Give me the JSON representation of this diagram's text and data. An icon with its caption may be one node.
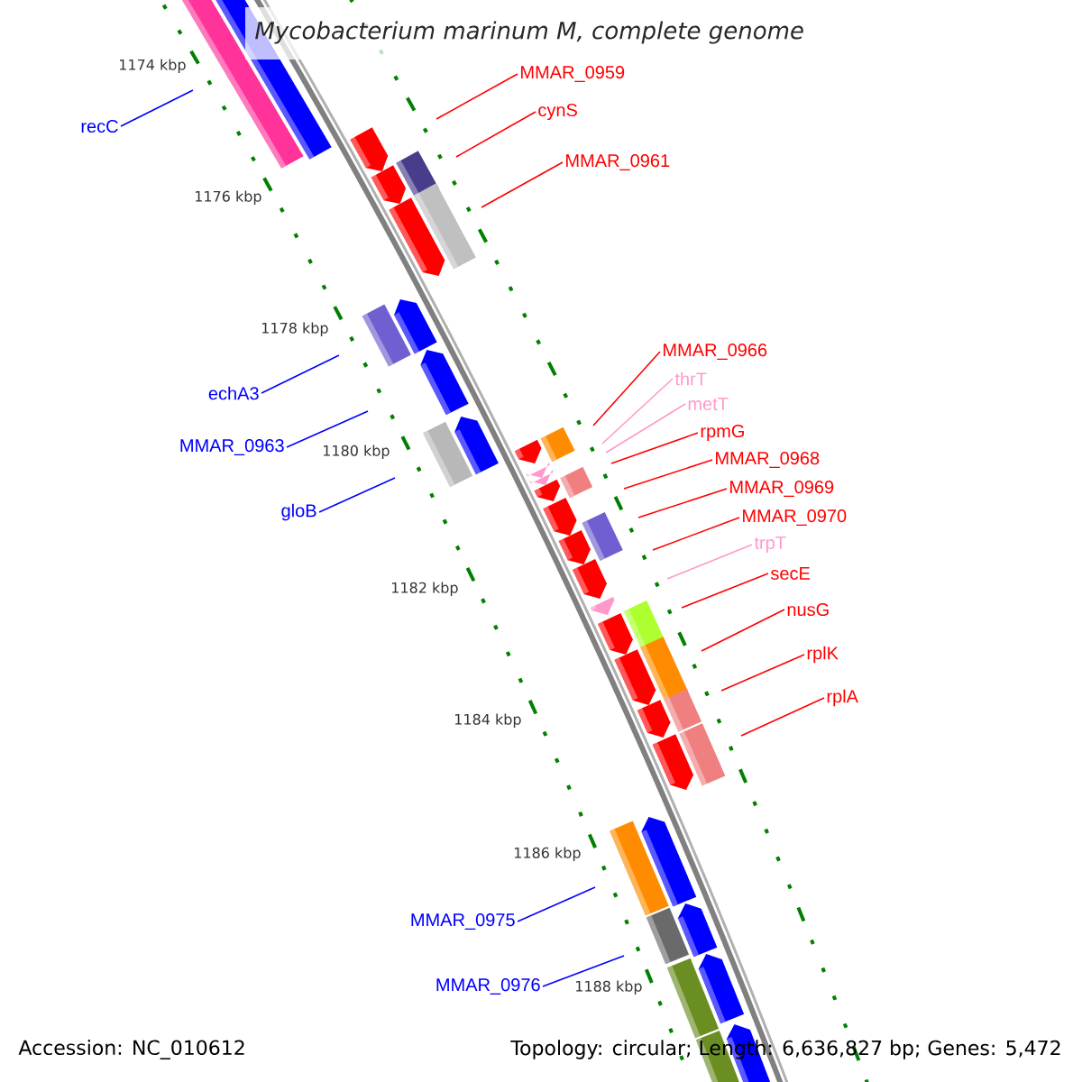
{
  "diagram": {
    "title": "*Mycobacterium marinum* M, complete genome",
    "nodes": [
      {
        "text": [
          "recC"
        ]
      },
      {
        "text": [
          "MMAR_0959"
        ]
      },
      {
        "text": [
          "cynS"
        ]
      },
      {
        "text": [
          "MMAR_0961"
        ]
      },
      {
        "text": [
          "echA3"
        ]
      },
      {
        "text": [
          "MMAR_0963"
        ]
      },
      {
        "text": [
          "gloB"
        ]
      },
      {
        "text": [
          "MMAR_0966"
        ]
      },
      {
        "text": [
          "thrT"
        ]
      },
      {
        "text": [
          "metT"
        ]
      },
      {
        "text": [
          "rpmG"
        ]
      },
      {
        "text": [
          "MMAR_0968"
        ]
      },
      {
        "text": [
          "MMAR_0969"
        ]
      },
      {
        "text": [
          "MMAR_0970"
        ]
      },
      {
        "text": [
          "trpT"
        ]
      },
      {
        "text": [
          "secE"
        ]
      },
      {
        "text": [
          "nusG"
        ]
      },
      {
        "text": [
          "rplK"
        ]
      },
      {
        "text": [
          "rplA"
        ]
      },
      {
        "text": [
          "MMAR_0975"
        ]
      },
      {
        "text": [
          "MMAR_0976"
        ]
      }
    ],
    "edges": [
      {
        "from": 0,
        "to": null,
        "arrow": "none",
        "color": "#0000ff"
      },
      {
        "from": 1,
        "to": null,
        "arrow": "none"
      },
      {
        "from": 2,
        "to": null,
        "arrow": "none"
      },
      {
        "from": 3,
        "to": null,
        "arrow": "none"
      },
      {
        "from": 4,
        "to": null,
        "arrow": "none",
        "color": "#0000ff"
      },
      {
        "from": 5,
        "to": null,
        "arrow": "none",
        "color": "#0000ff"
      },
      {
        "from": 6,
        "to": null,
        "arrow": "none",
        "color": "#0000ff"
      },
      {
        "from": 7,
        "to": null,
        "arrow": "none"
      },
      {
        "from": 8,
        "to": null,
        "arrow": "none",
        "color": "#ff99cc"
      },
      {
        "from": 9,
        "to": null,
        "arrow": "none",
        "color": "#ff99cc"
      },
      {
        "from": 10,
        "to": null,
        "arrow": "none"
      },
      {
        "from": 11,
        "to": null,
        "arrow": "none"
      },
      {
        "from": 12,
        "to": null,
        "arrow": "none"
      },
      {
        "from": 13,
        "to": null,
        "arrow": "none"
      },
      {
        "from": 14,
        "to": null,
        "arrow": "none",
        "color": "#ff99cc"
      },
      {
        "from": 15,
        "to": null,
        "arrow": "none"
      },
      {
        "from": 16,
        "to": null,
        "arrow": "none"
      },
      {
        "from": 17,
        "to": null,
        "arrow": "none"
      },
      {
        "from": 18,
        "to": null,
        "arrow": "none"
      },
      {
        "from": 19,
        "to": null,
        "arrow": "none",
        "color": "#0000ff"
      },
      {
        "from": 20,
        "to": null,
        "arrow": "none",
        "color": "#0000ff"
      }
    ],
    "labels": [
      "1174 kbp",
      "1176 kbp",
      "1178 kbp",
      "1180 kbp",
      "1182 kbp",
      "1184 kbp",
      "1186 kbp",
      "1188 kbp",
      "Accession: NC_010612",
      "Topology: circular; Length: 6,636,827 bp; Genes: 5,472"
    ]
  }
}
